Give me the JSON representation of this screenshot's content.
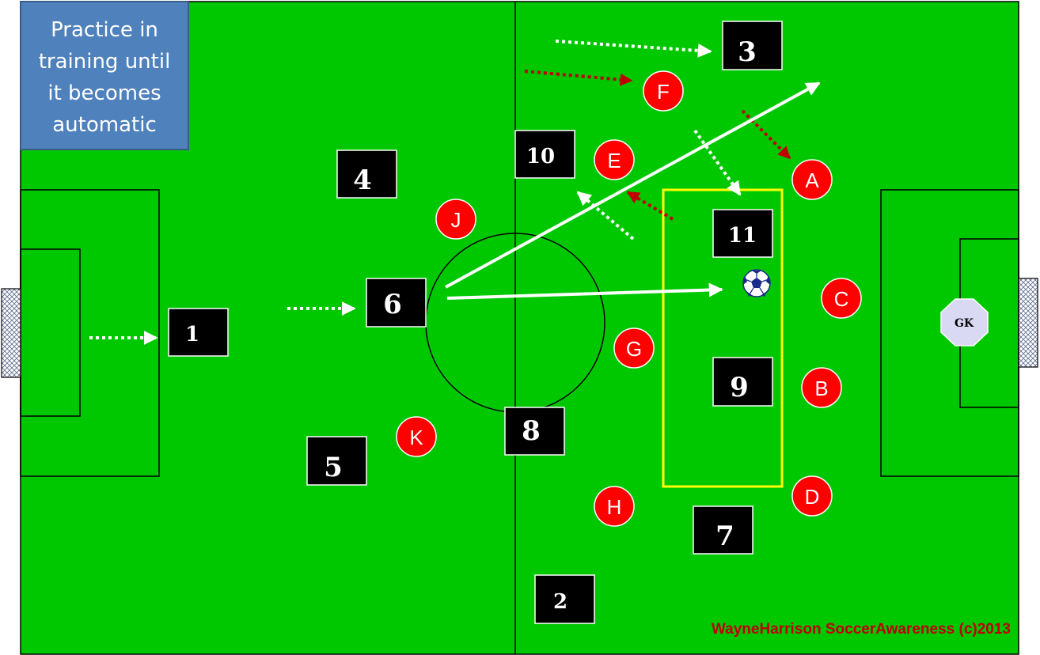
{
  "note": {
    "lines": [
      "Practice in",
      "training until",
      "it becomes",
      "automatic"
    ],
    "bg_color": "#4f81bd"
  },
  "colors": {
    "pitch": "#00c800",
    "lines": "#000000",
    "team": "#000000",
    "opponent": "#ff0000",
    "zone": "#ffff00",
    "pass_arrow": "#ffffff",
    "opponent_move": "#c00000",
    "goalkeeper": "#d9d9f3",
    "credit": "#c00000"
  },
  "team_players": [
    "1",
    "2",
    "3",
    "4",
    "5",
    "6",
    "7",
    "8",
    "9",
    "10",
    "11"
  ],
  "opponents": [
    "A",
    "B",
    "C",
    "D",
    "E",
    "F",
    "G",
    "H",
    "J",
    "K"
  ],
  "goalkeeper": {
    "label": "GK"
  },
  "ball": {
    "icon": "soccer-ball-icon"
  },
  "credit": "WayneHarrison SoccerAwareness (c)2013"
}
